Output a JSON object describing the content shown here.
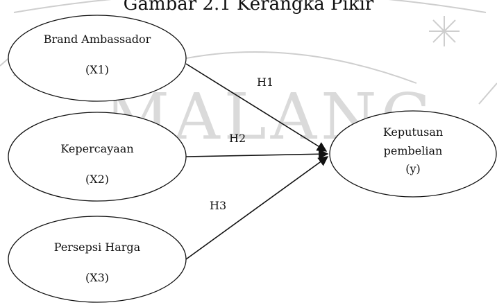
{
  "caption": "Gambar 2.1 Kerangka Pikir",
  "watermark": {
    "text": "MALANG"
  },
  "nodes": {
    "x1": {
      "name": "Brand Ambassador",
      "code": "(X1)"
    },
    "x2": {
      "name": "Kepercayaan",
      "code": "(X2)"
    },
    "x3": {
      "name": "Persepsi Harga",
      "code": "(X3)"
    },
    "y": {
      "line1": "Keputusan",
      "line2": "pembelian",
      "code": "(y)"
    }
  },
  "hypotheses": {
    "h1": "H1",
    "h2": "H2",
    "h3": "H3"
  },
  "colors": {
    "ink": "#111111",
    "watermark": "#d6d6d6"
  }
}
